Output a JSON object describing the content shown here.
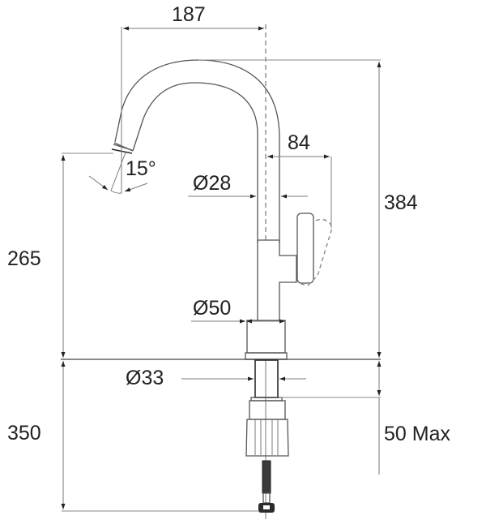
{
  "drawing": {
    "title": "Kitchen faucet dimension drawing",
    "units": "mm",
    "colors": {
      "line": "#555555",
      "text": "#222222",
      "background": "#ffffff"
    },
    "dimensions": {
      "spout_reach": "187",
      "handle_offset": "84",
      "total_height": "384",
      "spout_height": "265",
      "hose_length": "350",
      "max_counter_thickness": "50 Max",
      "spout_tilt": "15°",
      "spout_diameter": "Ø28",
      "base_diameter": "Ø50",
      "shank_diameter": "Ø33"
    }
  }
}
